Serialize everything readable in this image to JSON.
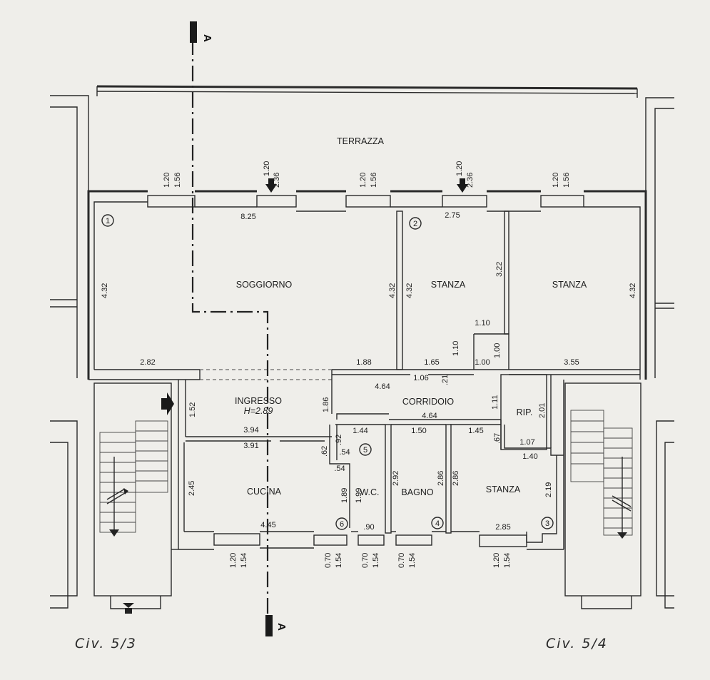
{
  "section": {
    "marker_top": "A",
    "marker_bottom": "A"
  },
  "rooms": {
    "terrazza": "TERRAZZA",
    "soggiorno": "SOGGIORNO",
    "stanza_1": "STANZA",
    "stanza_2": "STANZA",
    "ingresso": "INGRESSO",
    "ingresso_height": "H=2.89",
    "corridoio": "CORRIDOIO",
    "rip": "RIP.",
    "cucina": "CUCINA",
    "wc": "W.C.",
    "bagno": "BAGNO",
    "stanza_3": "STANZA"
  },
  "room_numbers": [
    "1",
    "2",
    "3",
    "4",
    "5",
    "6"
  ],
  "windows": {
    "w1": [
      "1.20",
      "1.56"
    ],
    "w2": [
      "1.20",
      "2.36"
    ],
    "w3": [
      "1.20",
      "1.56"
    ],
    "w4": [
      "1.20",
      "2.36"
    ],
    "w5": [
      "1.20",
      "1.56"
    ],
    "b1": [
      "1.20",
      "1.54"
    ],
    "b2": [
      "0.70",
      "1.54"
    ],
    "b3": [
      "0.70",
      "1.54"
    ],
    "b4": [
      "0.70",
      "1.54"
    ],
    "b5": [
      "1.20",
      "1.54"
    ]
  },
  "dimensions": {
    "soggiorno_width": "8.25",
    "soggiorno_left_h": "4.32",
    "soggiorno_right_h": "4.32",
    "soggiorno_bottom_left": "2.82",
    "soggiorno_bottom_right": "1.88",
    "stanza1_width": "2.75",
    "stanza1_left_h": "4.32",
    "stanza1_right_h": "3.22",
    "stanza1_bottom": "1.65",
    "notch_w": "1.10",
    "notch_h": "1.10",
    "notch_bottom": "1.00",
    "notch_right": "1.00",
    "stanza2_h": "4.32",
    "stanza2_bottom": "3.55",
    "ingresso_h": "1.52",
    "ingresso_w1": "3.94",
    "ingresso_w2": "3.91",
    "corr_left_h": "1.86",
    "corr_top": "4.64",
    "corr_mid": "4.64",
    "corr_106": "1.06",
    "corr_21": ".21",
    "corr_111": "1.11",
    "rip_h": "2.01",
    "rip_w": "1.07",
    "wc_92": ".92",
    "wc_62": ".62",
    "wc_54a": ".54",
    "wc_54b": ".54",
    "wc_144": "1.44",
    "bagno_150": "1.50",
    "stanza3_145": "1.45",
    "stanza3_67": ".67",
    "stanza3_140": "1.40",
    "cucina_h": "2.45",
    "cucina_w": "4.45",
    "cucina_189": "1.89",
    "wc_199": "1.99",
    "wc_90": ".90",
    "bagno_292": "2.92",
    "bagno_286": "2.86",
    "stanza3_286": "2.86",
    "stanza3_219": "2.19",
    "stanza3_285": "2.85"
  },
  "labels": {
    "civ_left": "Civ.  5/3",
    "civ_right": "Civ.  5/4"
  }
}
